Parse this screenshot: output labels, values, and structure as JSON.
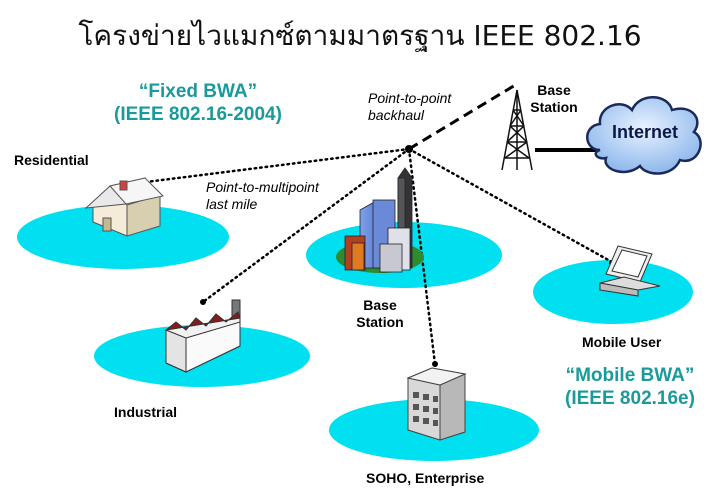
{
  "title": "โครงข่ายไวแมกซ์ตามมาตรฐาน IEEE 802.16",
  "fixed_bwa": {
    "line1": "“Fixed BWA”",
    "line2": "(IEEE 802.16-2004)"
  },
  "mobile_bwa": {
    "line1": "“Mobile BWA”",
    "line2": "(IEEE 802.16e)"
  },
  "links": {
    "backhaul": {
      "line1": "Point-to-point",
      "line2": "backhaul"
    },
    "last_mile": {
      "line1": "Point-to-multipoint",
      "line2": "last mile"
    }
  },
  "nodes": {
    "residential": "Residential",
    "industrial": "Industrial",
    "soho": "SOHO, Enterprise",
    "mobile_user": "Mobile User",
    "base_station_center": {
      "line1": "Base",
      "line2": "Station"
    },
    "base_station_tower": {
      "line1": "Base",
      "line2": "Station"
    },
    "internet": "Internet"
  },
  "colors": {
    "ellipse": "#00e0f0",
    "title_accent": "#1a9a9a",
    "cloud": "#a8c8f0",
    "factory_roof": "#8a1a1a"
  }
}
